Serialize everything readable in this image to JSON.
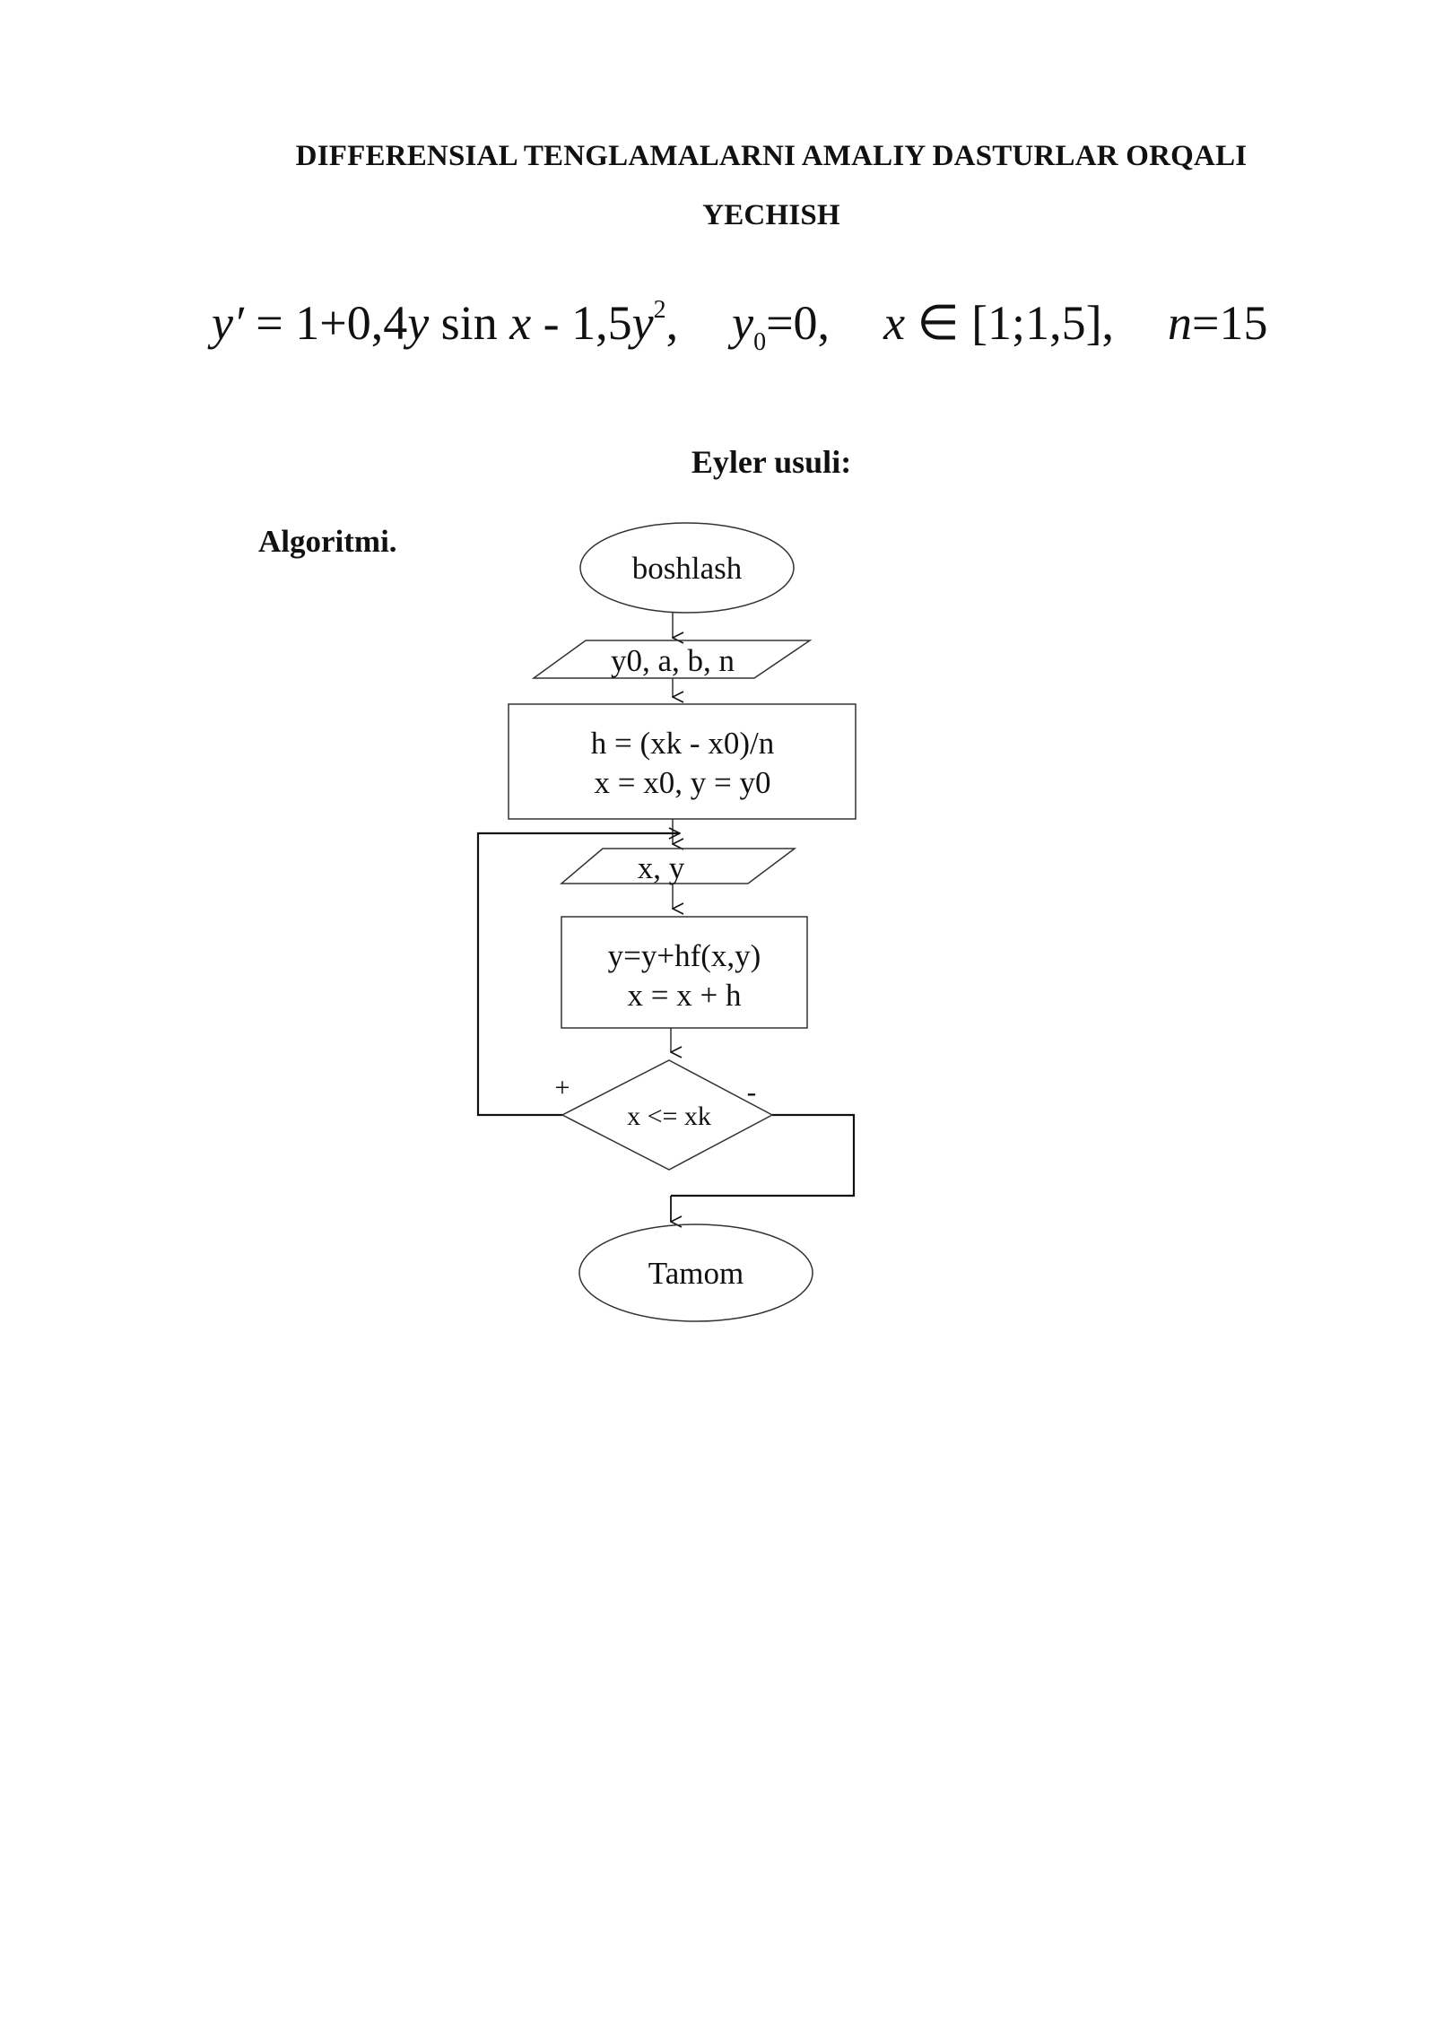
{
  "title": {
    "line1": "DIFFERENSIAL TENGLAMALARNI AMALIY DASTURLAR ORQALI",
    "line2": "YECHISH"
  },
  "formula": {
    "lhs": "y′",
    "rhs_part1": " = 1+0,4",
    "y": "y",
    "sin": " sin ",
    "x": "x",
    "minus": " - 1,5",
    "y2": "y",
    "sq": "2",
    "comma": ",",
    "y0_var": "y",
    "y0_sub": "0",
    "y0_val": "=0,",
    "x_in": "x",
    "in_symbol": " ∈ ",
    "interval": "[1;1,5],",
    "n": "n",
    "n_val": "=15"
  },
  "subtitle": "Eyler usuli:",
  "algorithm_label": "Algoritmi.",
  "flowchart": {
    "start": "boshlash",
    "input": "y0,  a, b, n",
    "init_line1": "h = (xk - x0)/n",
    "init_line2": "x = x0, y = y0",
    "output": "x, y",
    "step_line1": "y=y+hf(x,y)",
    "step_line2": "x = x + h",
    "condition": "x <= xk",
    "yes_label": "+",
    "no_label": "-",
    "end": "Tamom"
  }
}
